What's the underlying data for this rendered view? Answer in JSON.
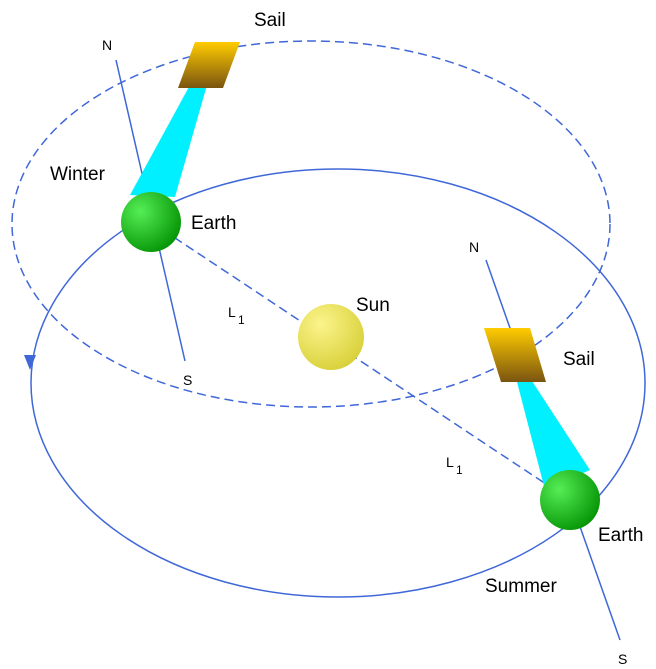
{
  "labels": {
    "sail_winter": "Sail",
    "sail_summer": "Sail",
    "earth_winter": "Earth",
    "earth_summer": "Earth",
    "sun": "Sun",
    "season_winter": "Winter",
    "season_summer": "Summer",
    "north_winter": "N",
    "south_winter": "S",
    "north_summer": "N",
    "south_summer": "S",
    "l1_main": "L",
    "l1_sub": "1"
  },
  "colors": {
    "orbit_line": "#3f67d8",
    "beam": "#00f0ff",
    "earth_light": "#55ee55",
    "earth_dark": "#059405",
    "sun_light": "#fbf48c",
    "sun_dark": "#d6ce33",
    "sail_light": "#ffcc00",
    "sail_dark": "#7a5410"
  }
}
